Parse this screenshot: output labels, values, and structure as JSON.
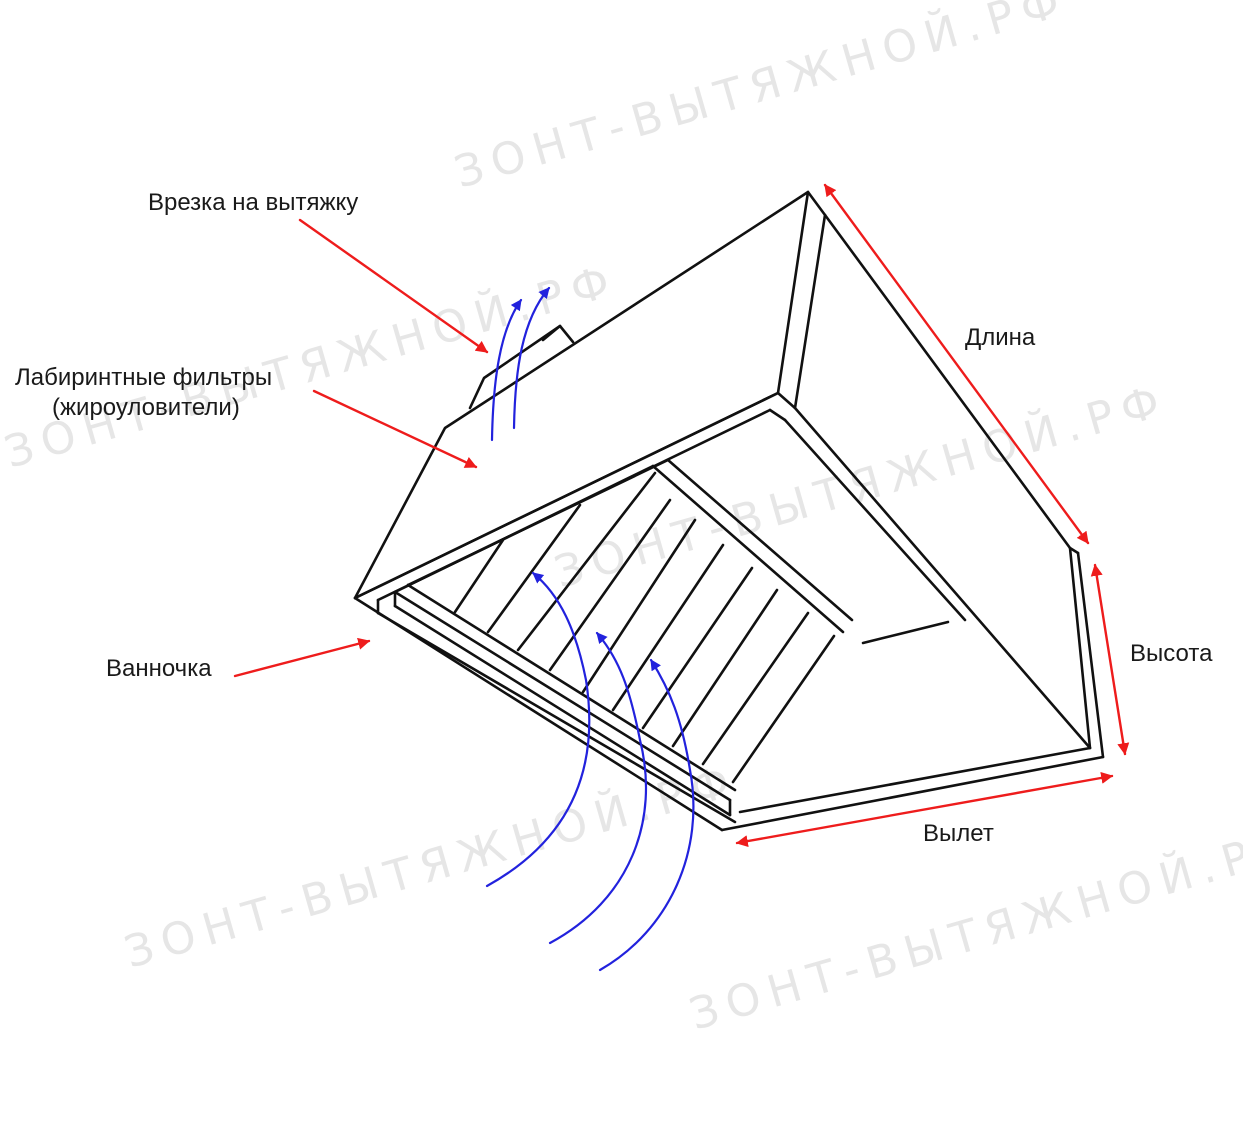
{
  "watermark": {
    "text": "ЗОНТ-ВЫТЯЖНОЙ.РФ"
  },
  "labels": {
    "inlet": "Врезка на вытяжку",
    "filters_line1": "Лабиринтные фильтры",
    "filters_line2": "(жироуловители)",
    "tray": "Ванночка",
    "length": "Длина",
    "height": "Высота",
    "depth": "Вылет"
  },
  "colors": {
    "pointer": "#ee1c1c",
    "airflow": "#2222dd",
    "outline": "#111111",
    "watermark": "#e6e6e6"
  }
}
